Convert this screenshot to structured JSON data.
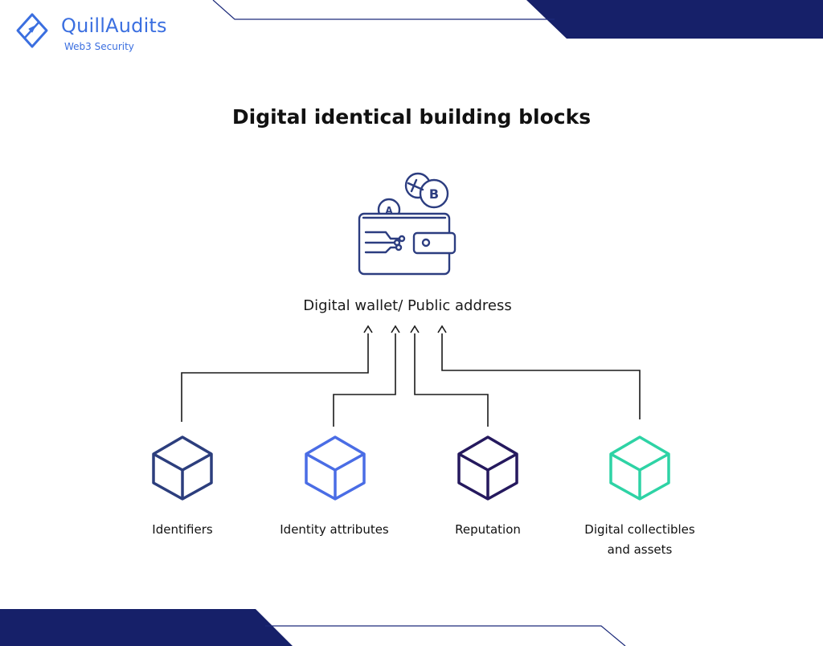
{
  "brand": {
    "name": "QuillAudits",
    "tagline": "Web3 Security",
    "color": "#3b6fe0"
  },
  "title": "Digital identical building blocks",
  "center": {
    "label": "Digital wallet/ Public address",
    "icon": "wallet-icon",
    "coins": [
      "A",
      "B"
    ]
  },
  "blocks": [
    {
      "label": "Identifiers",
      "icon": "cube-icon",
      "color": "#2c3e7d"
    },
    {
      "label": "Identity attributes",
      "icon": "cube-icon",
      "color": "#4a6de5"
    },
    {
      "label": "Reputation",
      "icon": "cube-icon",
      "color": "#25195e"
    },
    {
      "label": "Digital collectibles and assets",
      "icon": "cube-icon",
      "color": "#2ed3a5"
    }
  ],
  "colors": {
    "navy": "#161f6b",
    "accent_blue": "#3b6fe0"
  }
}
